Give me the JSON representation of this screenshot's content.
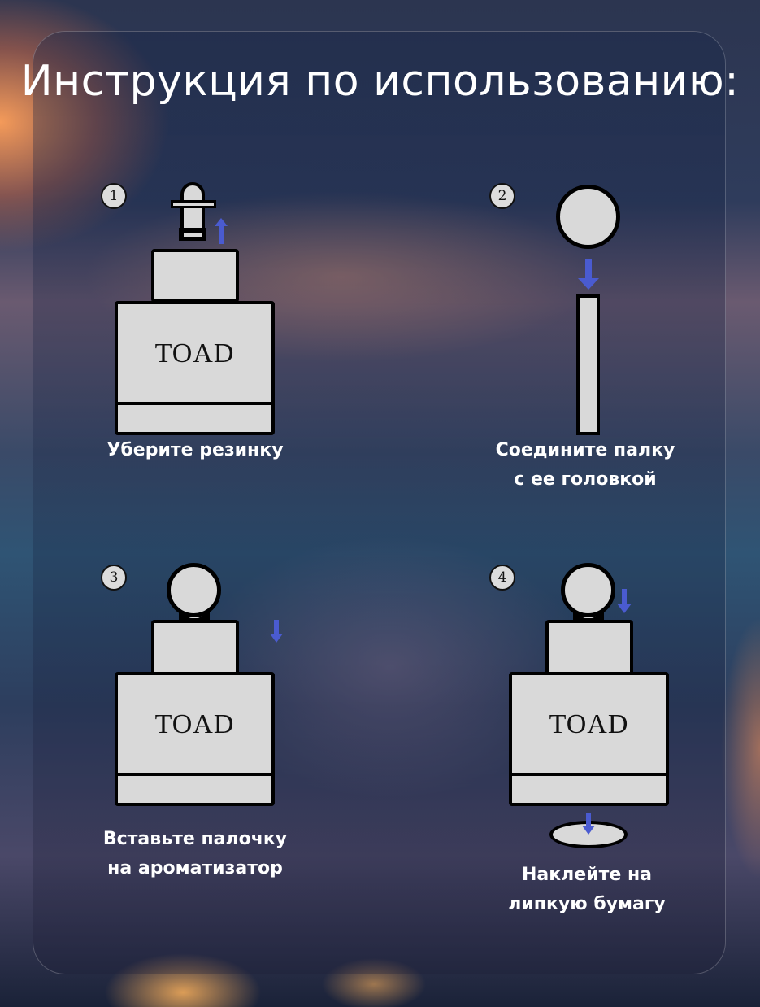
{
  "page": {
    "title": "Инструкция по использованию:"
  },
  "steps": [
    {
      "number": "1",
      "caption_lines": [
        "Уберите резинку"
      ],
      "label": "TOAD"
    },
    {
      "number": "2",
      "caption_lines": [
        "Соедините палку",
        "с ее головкой"
      ]
    },
    {
      "number": "3",
      "caption_lines": [
        "Вставьте палочку",
        "на ароматизатор"
      ],
      "label": "TOAD"
    },
    {
      "number": "4",
      "caption_lines": [
        "Наклейте на",
        "липкую бумагу"
      ],
      "label": "TOAD"
    }
  ],
  "colors": {
    "arrow": "#4a5bd0",
    "shape_fill": "#d9d9d9",
    "outline": "#000000",
    "text": "#ffffff"
  },
  "icons": {
    "arrow_up": "arrow-up-icon",
    "arrow_down": "arrow-down-icon"
  }
}
